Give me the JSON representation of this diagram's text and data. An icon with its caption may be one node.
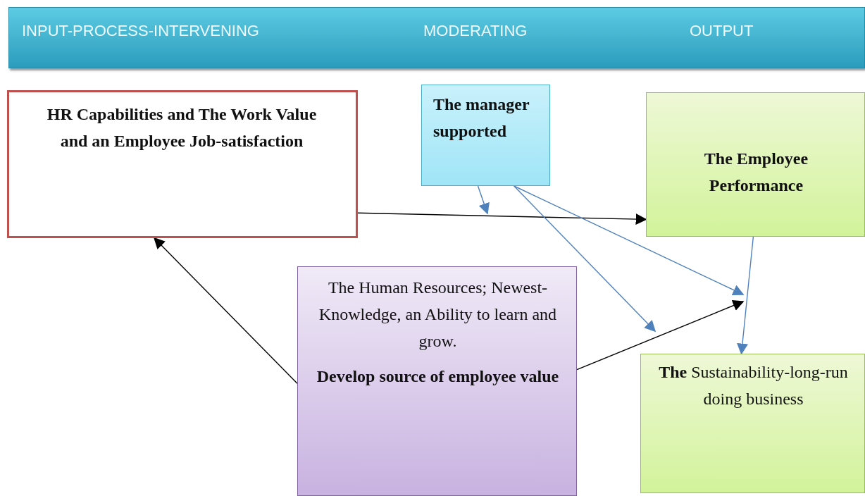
{
  "diagram": {
    "nodes": [
      {
        "text": [
          "INPUT-PROCESS-INTERVENING",
          "MODERATING",
          "OUTPUT"
        ]
      },
      {
        "text": [
          "HR Capabilities and The Work Value and an Employee Job-satisfaction"
        ]
      },
      {
        "text": [
          "The manager supported"
        ]
      },
      {
        "text": [
          "The Employee Performance"
        ]
      },
      {
        "text": [
          "The Human Resources; Newest-Knowledge, an Ability to learn and grow.",
          "Develop source of employee value"
        ]
      },
      {
        "text": [
          "**The** Sustainability-long-run doing business"
        ]
      }
    ],
    "edges": [
      {
        "from": 1,
        "to": 3,
        "arrow": "to",
        "color": "#000000"
      },
      {
        "from": 2,
        "to": null,
        "arrow": "to"
      },
      {
        "from": 2,
        "to": null,
        "arrow": "to"
      },
      {
        "from": 2,
        "to": null,
        "arrow": "to"
      },
      {
        "from": 3,
        "to": 5,
        "arrow": "to"
      },
      {
        "from": 4,
        "to": null,
        "arrow": "to",
        "color": "#000000"
      },
      {
        "from": 4,
        "to": 1,
        "arrow": "to",
        "color": "#000000"
      }
    ]
  }
}
